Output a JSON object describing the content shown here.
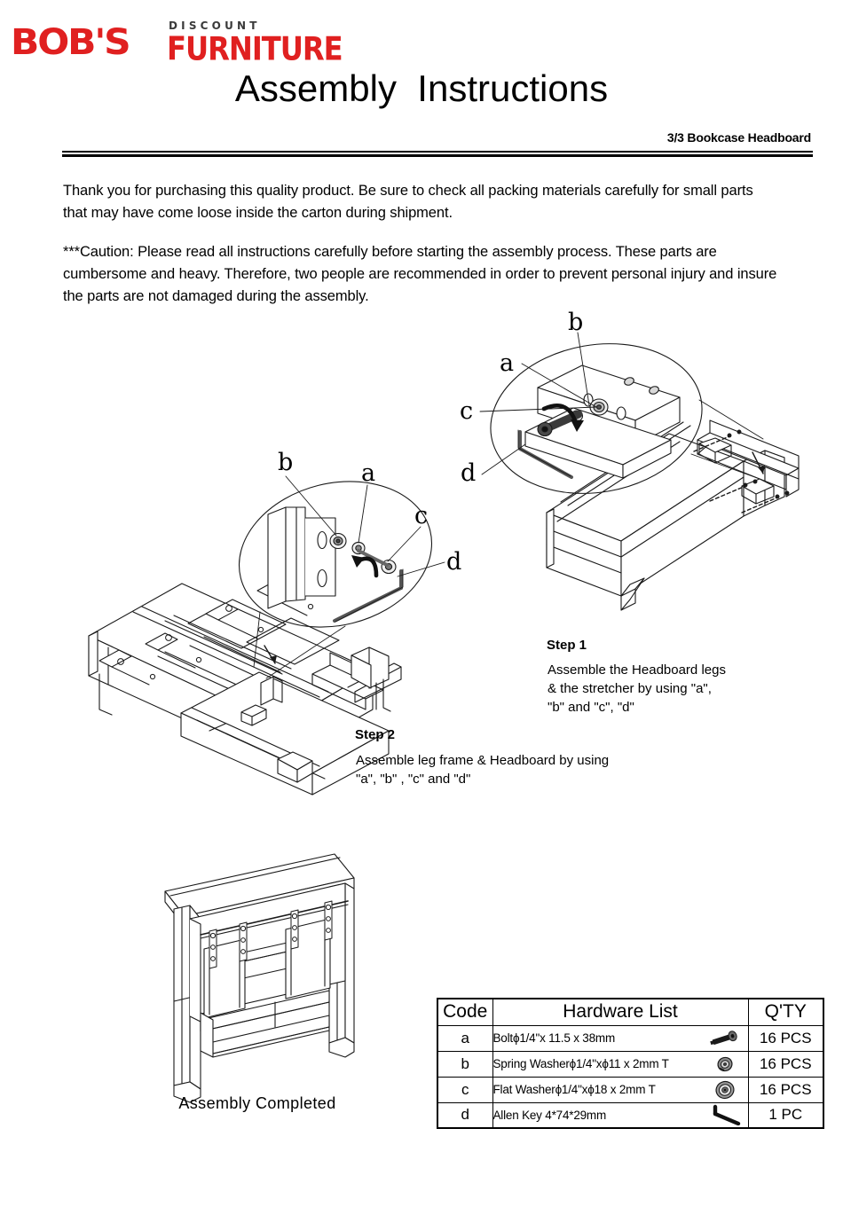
{
  "brand": {
    "name_primary": "BOB'S",
    "name_secondary": "FURNITURE",
    "name_tagline": "DISCOUNT",
    "color_primary": "#e02020",
    "color_tagline": "#3a3a3a"
  },
  "header": {
    "title": "Assembly  Instructions",
    "subtitle": "3/3 Bookcase Headboard"
  },
  "intro": {
    "paragraph_1": "Thank you for purchasing this quality product. Be sure to check all packing materials carefully  for small parts that may have come loose inside the carton during shipment.",
    "paragraph_2": "***Caution: Please read all instructions carefully before starting the assembly process. These parts are cumbersome and heavy. Therefore, two people are recommended in order to prevent personal injury and insure the parts are not damaged during the assembly."
  },
  "steps": [
    {
      "heading": "Step 1",
      "body": "Assemble the Headboard legs\n& the stretcher by using  \"a\",\n\"b\" and \"c\", \"d\"",
      "callouts": [
        "a",
        "b",
        "c",
        "d"
      ]
    },
    {
      "heading": "Step 2",
      "body": "Assemble leg frame & Headboard by using\n\"a\", \"b\" , \"c\" and \"d\"",
      "callouts": [
        "a",
        "b",
        "c",
        "d"
      ]
    }
  ],
  "completed": {
    "label": "Assembly Completed"
  },
  "hardware": {
    "columns": [
      "Code",
      "Hardware List",
      "Q'TY"
    ],
    "rows": [
      {
        "code": "a",
        "description": "Boltϕ1/4\"x 11.5 x 38mm",
        "qty": "16 PCS",
        "icon": "bolt-icon"
      },
      {
        "code": "b",
        "description": "Spring Washerϕ1/4\"xϕ11 x 2mm  T",
        "qty": "16 PCS",
        "icon": "spring-washer-icon"
      },
      {
        "code": "c",
        "description": "Flat Washerϕ1/4\"xϕ18 x 2mm T",
        "qty": "16 PCS",
        "icon": "flat-washer-icon"
      },
      {
        "code": "d",
        "description": "Allen Key 4*74*29mm",
        "qty": "1 PC",
        "icon": "allen-key-icon"
      }
    ]
  }
}
